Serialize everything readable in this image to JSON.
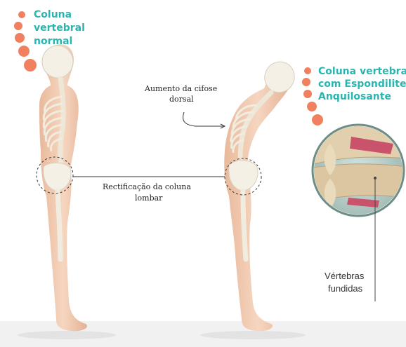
{
  "labels": {
    "normal_line1": "Coluna",
    "normal_line2": "vertebral",
    "normal_line3": "normal",
    "as_line1": "Coluna vertebral",
    "as_line2": "com Espondilite",
    "as_line3": "Anquilosante",
    "kyphosis_line1": "Aumento da cifose",
    "kyphosis_line2": "dorsal",
    "lumbar_line1": "Rectificação da coluna",
    "lumbar_line2": "lombar",
    "fused_line1": "Vértebras",
    "fused_line2": "fundidas"
  },
  "colors": {
    "accent_teal": "#2ab5b1",
    "dot_orange": "#f08060",
    "skin": "#f2cbb0",
    "bone": "#f4f0e6"
  }
}
